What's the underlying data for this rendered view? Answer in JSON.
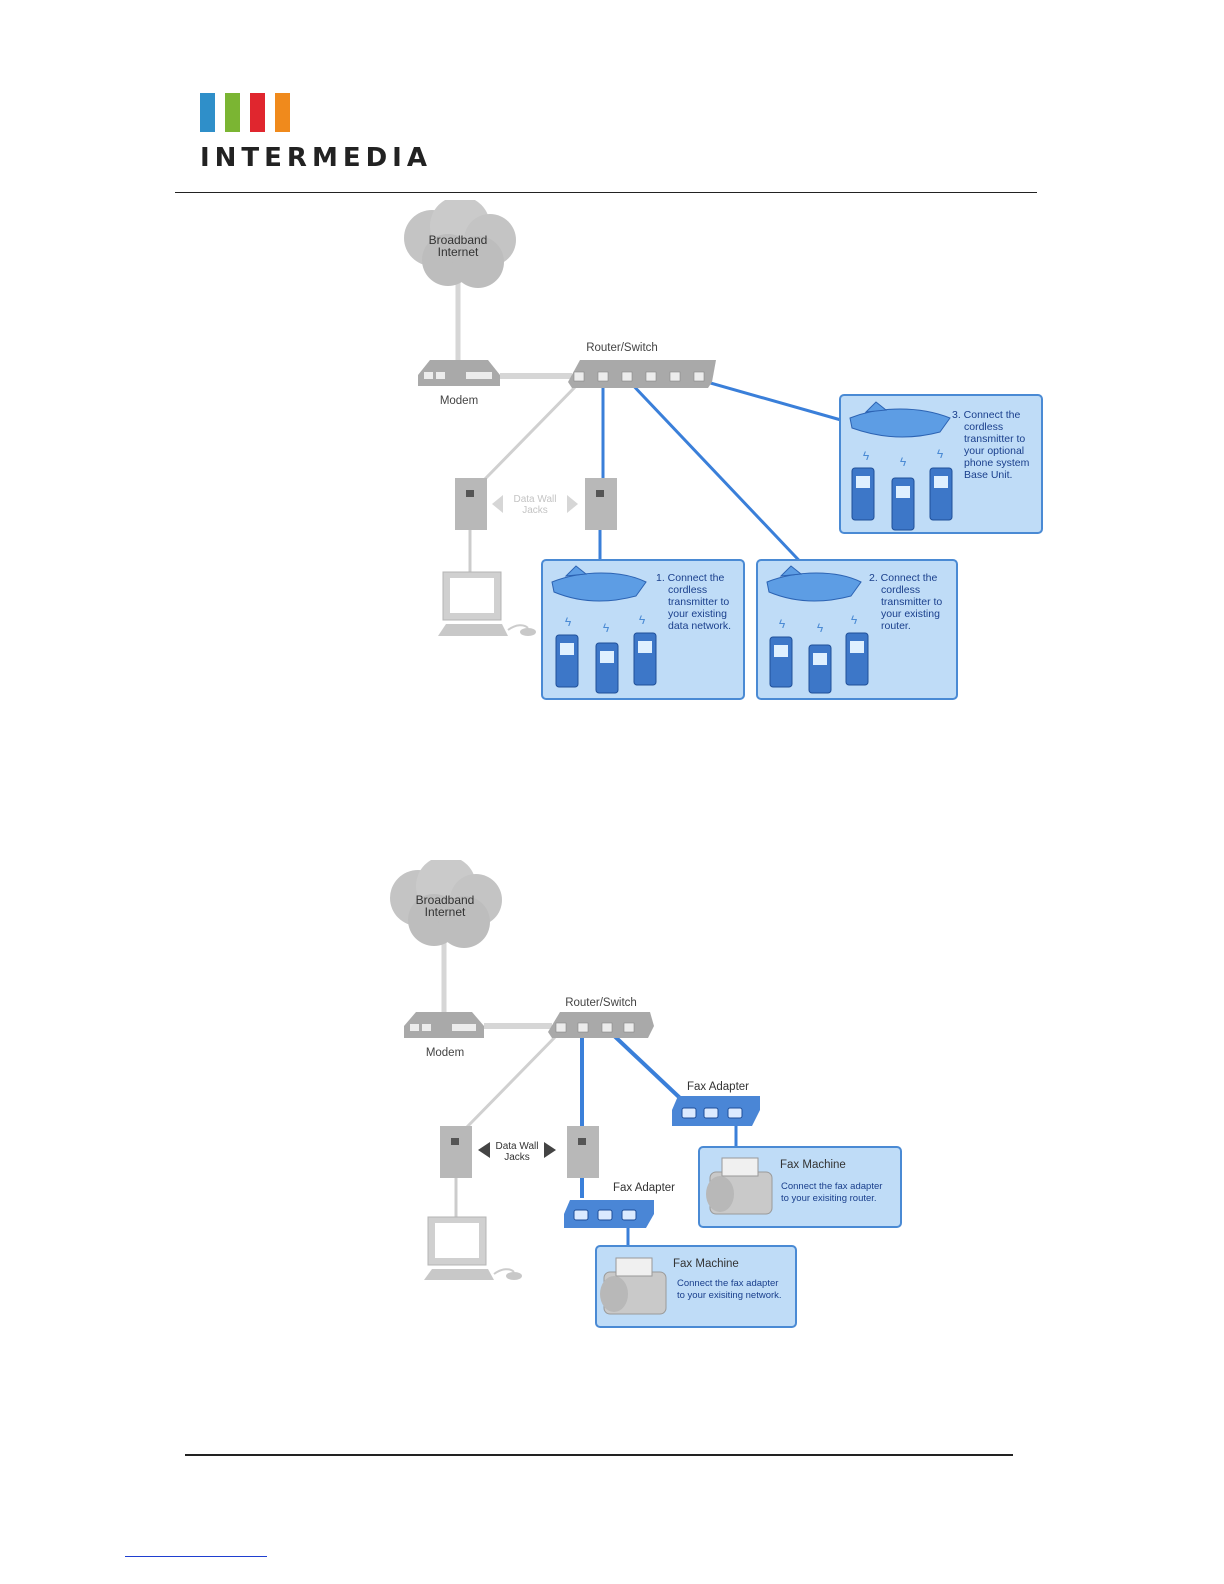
{
  "header": {
    "brand_name": "INTERMEDIA",
    "logo_colors": [
      "#2f8fc9",
      "#7bb533",
      "#e0262e",
      "#f08a1c"
    ]
  },
  "colors": {
    "cable_blue": "#3a7fd9",
    "cable_gray": "#d0d0d0",
    "panel_fill": "#bfdcf7",
    "panel_stroke": "#4a8ad4"
  },
  "diagram1": {
    "cloud_line1": "Broadband",
    "cloud_line2": "Internet",
    "router_label": "Router/Switch",
    "modem_label": "Modem",
    "jacks_line1": "Data Wall",
    "jacks_line2": "Jacks",
    "step1": [
      "1. Connect the",
      "cordless",
      "transmitter to",
      "your existing",
      "data network."
    ],
    "step2": [
      "2. Connect the",
      "cordless",
      "transmitter to",
      "your existing",
      "router."
    ],
    "step3": [
      "3. Connect the",
      "cordless",
      "transmitter to",
      "your optional",
      "phone system",
      "Base Unit."
    ]
  },
  "diagram2": {
    "cloud_line1": "Broadband",
    "cloud_line2": "Internet",
    "router_label": "Router/Switch",
    "modem_label": "Modem",
    "jacks_line1": "Data Wall",
    "jacks_line2": "Jacks",
    "fax_adapter_label": "Fax Adapter",
    "fax_machine_label": "Fax Machine",
    "router_fax_note": [
      "Connect the fax adapter",
      "to your exisiting router."
    ],
    "network_fax_note": [
      "Connect the fax adapter",
      "to your exisiting network."
    ]
  }
}
